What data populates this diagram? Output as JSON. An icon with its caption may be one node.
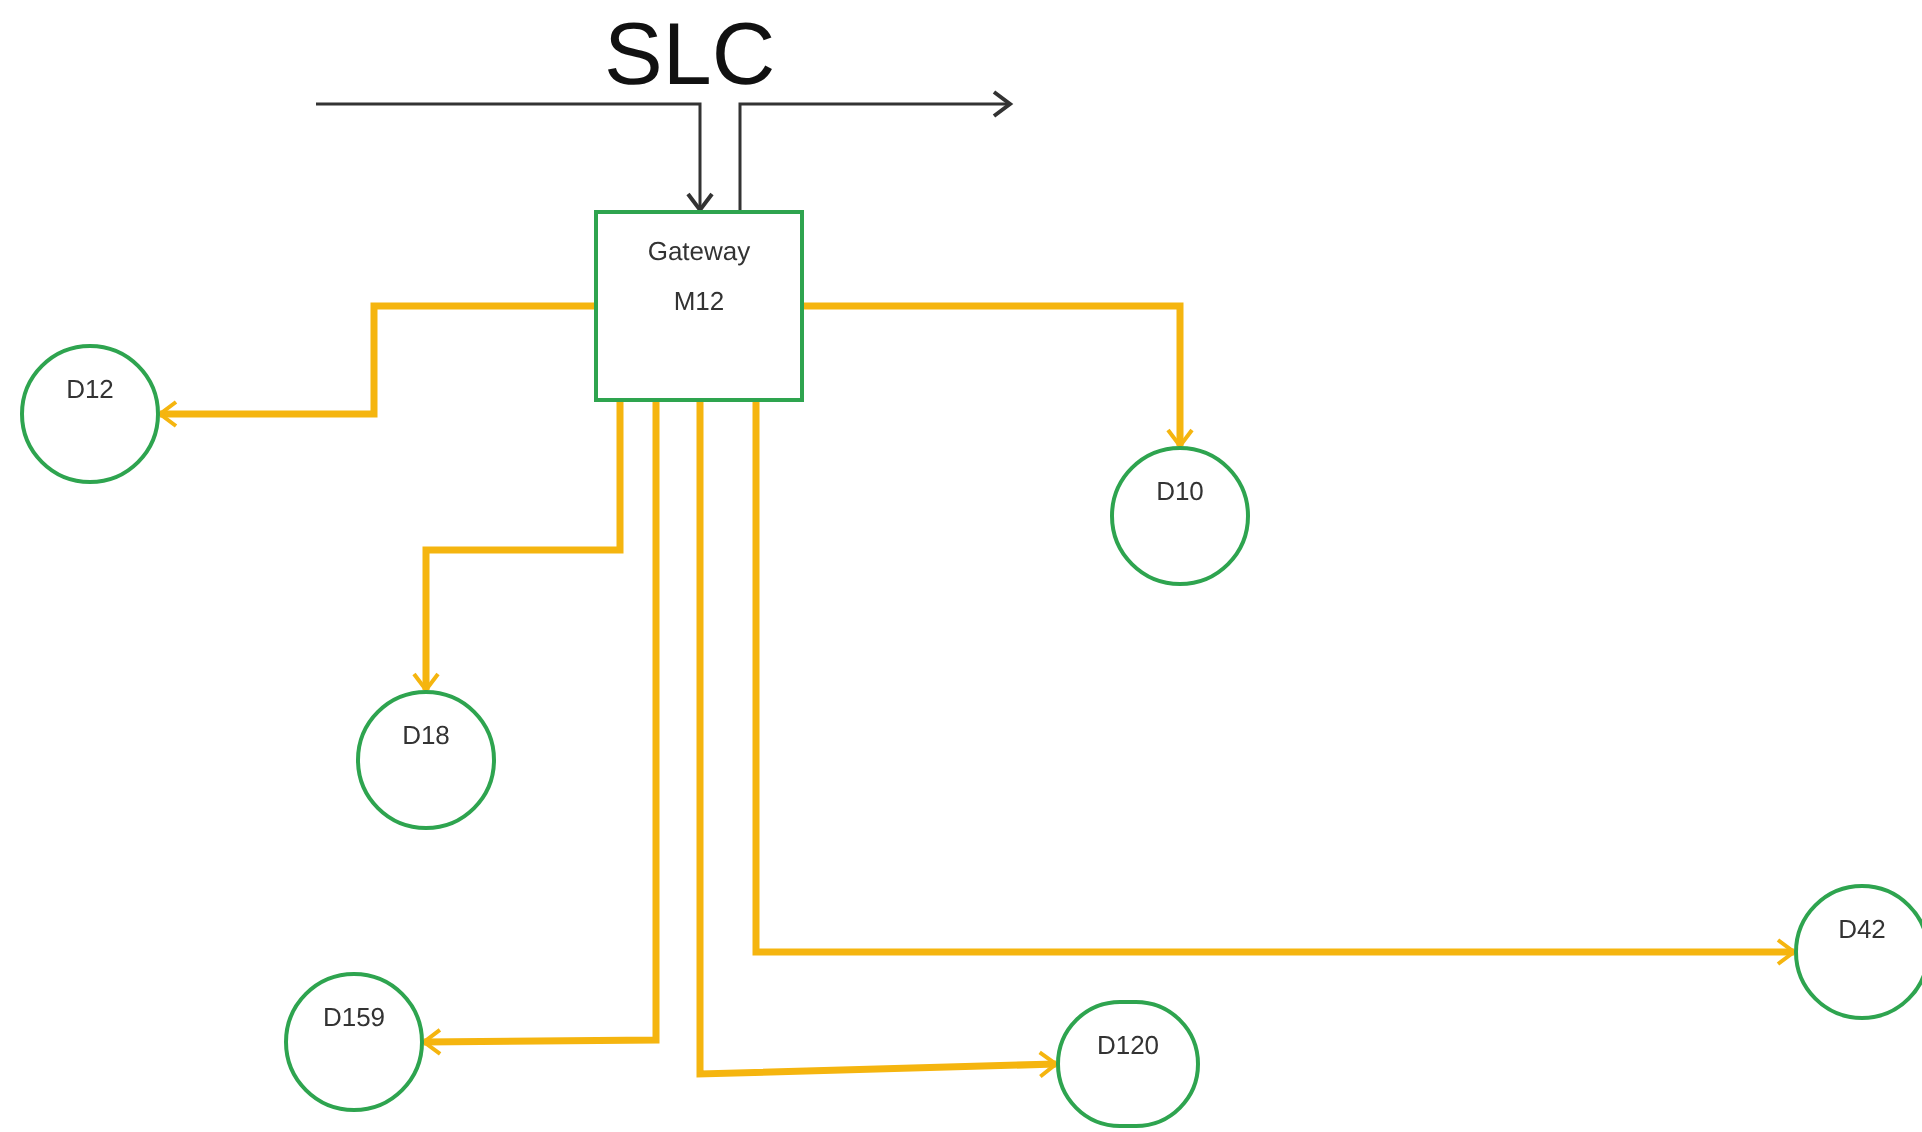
{
  "diagram": {
    "nodes": [
      {
        "text": [
          "Gateway",
          "M12"
        ]
      },
      {
        "text": [
          "D12"
        ]
      },
      {
        "text": [
          "D10"
        ]
      },
      {
        "text": [
          "D18"
        ]
      },
      {
        "text": [
          "D42"
        ]
      },
      {
        "text": [
          "D159"
        ]
      },
      {
        "text": [
          "D120"
        ]
      }
    ],
    "edges": [
      {
        "from": null,
        "to": 0,
        "arrow": "to",
        "color": "#333333"
      },
      {
        "from": 0,
        "to": null,
        "arrow": "to",
        "color": "#333333"
      },
      {
        "from": 0,
        "to": 1,
        "arrow": "to"
      },
      {
        "from": 0,
        "to": 2,
        "arrow": "to"
      },
      {
        "from": 0,
        "to": 3,
        "arrow": "to"
      },
      {
        "from": 0,
        "to": 5,
        "arrow": "to"
      },
      {
        "from": 0,
        "to": 6,
        "arrow": "to"
      },
      {
        "from": 0,
        "to": 4,
        "arrow": "to"
      }
    ],
    "labels": [
      "SLC"
    ]
  }
}
